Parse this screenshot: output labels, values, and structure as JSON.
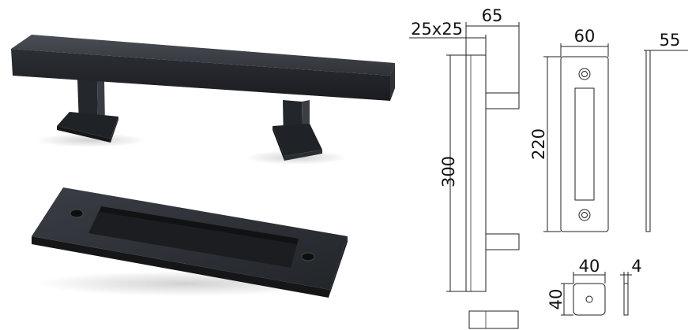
{
  "figure": {
    "photo_handle": "black-square-bar-handle-photo",
    "photo_flush_pull": "black-flush-pull-plate-photo",
    "colors": {
      "metal": "#2b2e33",
      "metal_dark": "#1c1e22",
      "metal_light": "#454950",
      "line": "#222222"
    },
    "dimensions": {
      "bar_section": "25x25",
      "projection": "65",
      "handle_length": "300",
      "plate_width": "60",
      "plate_length": "220",
      "plate_thickness": "55",
      "base_size": "40",
      "base_height": "40",
      "base_thickness": "4"
    }
  }
}
